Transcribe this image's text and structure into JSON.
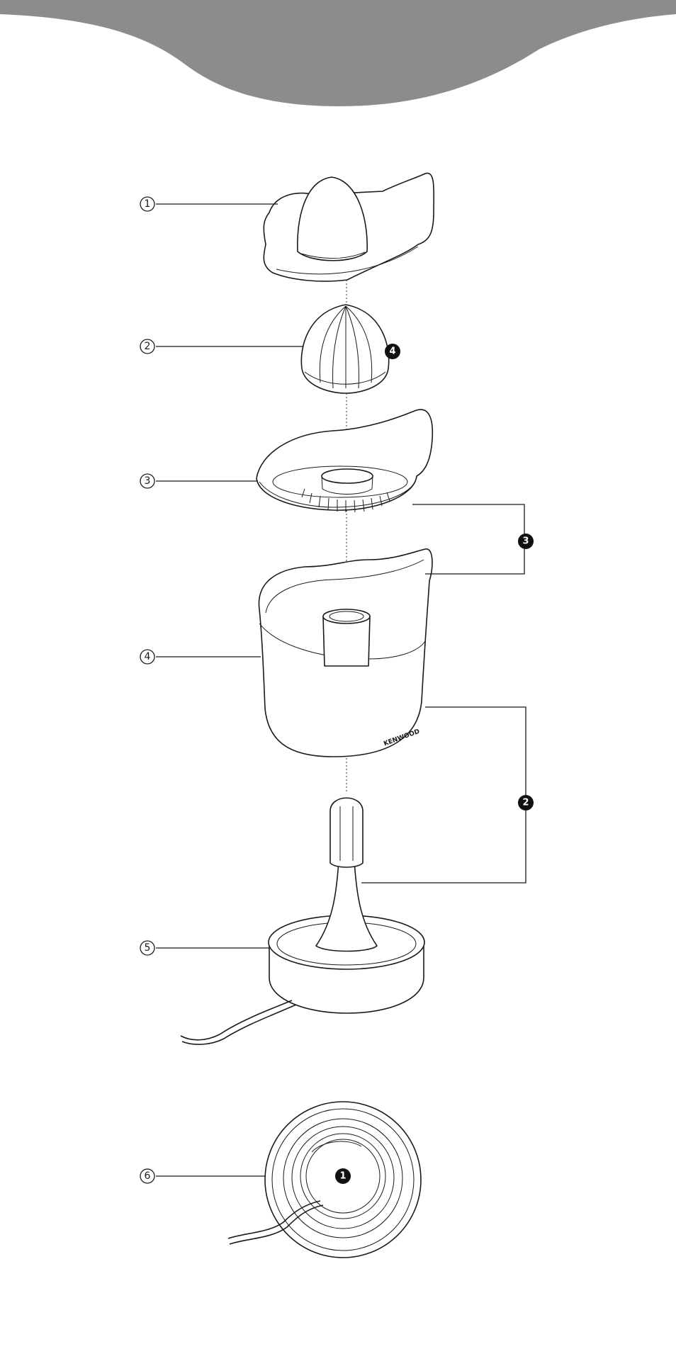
{
  "colors": {
    "header_wave": "#8c8c8c",
    "line": "#1a1a1a",
    "badge": "#111111"
  },
  "parts": [
    {
      "id": "1",
      "name": "juicer-cover"
    },
    {
      "id": "2",
      "name": "small-cone"
    },
    {
      "id": "3",
      "name": "large-cone-sieve"
    },
    {
      "id": "4",
      "name": "juice-container"
    },
    {
      "id": "5",
      "name": "power-unit-base"
    },
    {
      "id": "6",
      "name": "base-underside-cord-storage"
    }
  ],
  "callouts": {
    "part_1": "1",
    "part_2": "2",
    "part_3": "3",
    "part_4": "4",
    "part_5": "5",
    "part_6": "6"
  },
  "badges": {
    "cone_badge": "4",
    "sieve_badge": "3",
    "container_badge": "2",
    "base_badge": "1"
  },
  "brand_label": "KENWOOD"
}
